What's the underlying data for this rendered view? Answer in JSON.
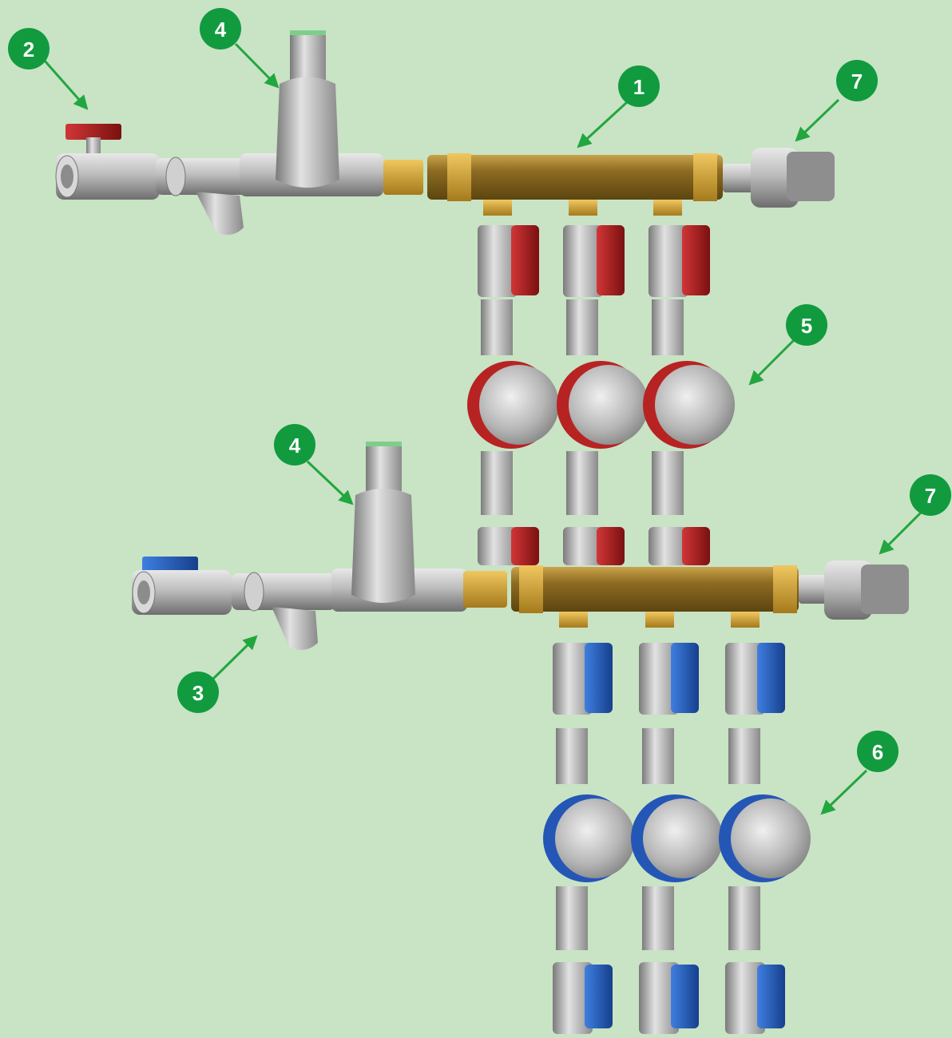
{
  "colors": {
    "background": "#c9e3c5",
    "callout": "#119b3e",
    "callout_text": "#ffffff",
    "arrow": "#22a63f",
    "brass": "#8a6a22",
    "steel": "#b8b8b8",
    "hot_handle": "#b01e1e",
    "cold_handle": "#1f5fc0"
  },
  "callouts": [
    {
      "id": "c1",
      "label": "1"
    },
    {
      "id": "c2",
      "label": "2"
    },
    {
      "id": "c3",
      "label": "3"
    },
    {
      "id": "c4a",
      "label": "4"
    },
    {
      "id": "c4b",
      "label": "4"
    },
    {
      "id": "c5",
      "label": "5"
    },
    {
      "id": "c6",
      "label": "6"
    },
    {
      "id": "c7a",
      "label": "7"
    },
    {
      "id": "c7b",
      "label": "7"
    }
  ]
}
